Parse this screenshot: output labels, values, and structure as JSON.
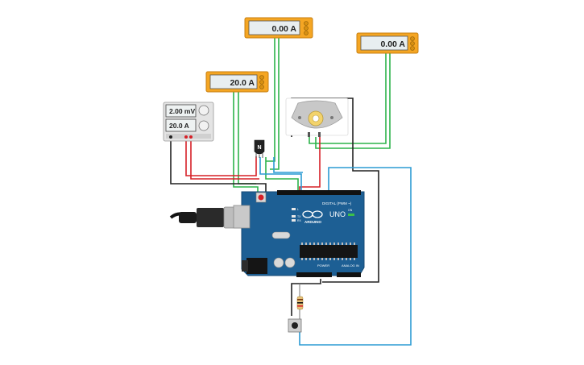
{
  "ammeters": {
    "top": {
      "reading": "0.00 A"
    },
    "right": {
      "reading": "0.00 A"
    },
    "left": {
      "reading": "20.0 A"
    }
  },
  "power_supply": {
    "voltage": "2.00 mV",
    "current": "20.0 A"
  },
  "transistor": {
    "label": "N"
  },
  "arduino": {
    "logo_text": "ARDUINO",
    "model": "UNO",
    "digital_label": "DIGITAL (PWM ~)",
    "power_label": "POWER",
    "analog_label": "ANALOG IN",
    "on_label": "ON",
    "tx_label": "TX",
    "rx_label": "RX",
    "l_label": "L"
  },
  "colors": {
    "wire_green": "#2db34a",
    "wire_red": "#d62027",
    "wire_black": "#222222",
    "wire_blue": "#2b9bd3",
    "board_blue": "#1d5f94",
    "meter_frame": "#f5a623"
  }
}
